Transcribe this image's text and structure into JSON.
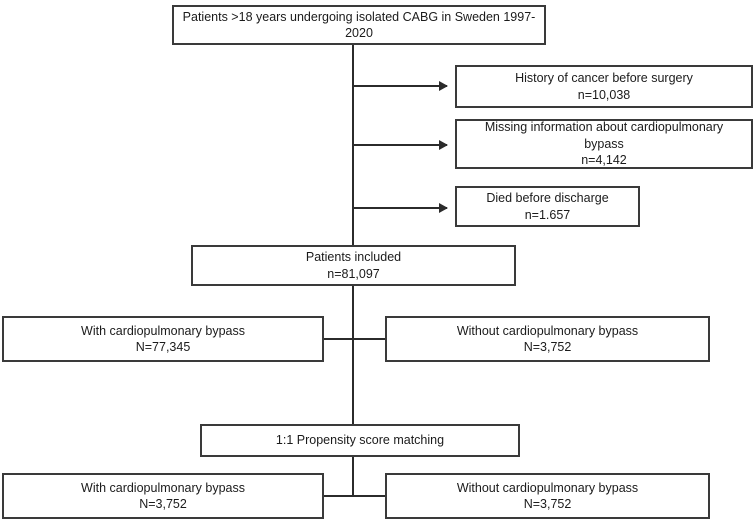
{
  "diagram": {
    "type": "flowchart",
    "title": "CONSORT-style patient selection flow chart",
    "nodes": {
      "source_cohort": {
        "line1": "Patients >18 years undergoing isolated CABG in Sweden 1997-",
        "line2": "2020"
      },
      "excluded_cancer": {
        "line1": "History of cancer before surgery",
        "line2": "n=10,038"
      },
      "excluded_missing_cpb": {
        "line1": "Missing information about cardiopulmonary bypass",
        "line2": "n=4,142"
      },
      "excluded_died": {
        "line1": "Died before discharge",
        "line2": "n=1.657"
      },
      "patients_included": {
        "line1": "Patients included",
        "line2": "n=81,097"
      },
      "with_cpb": {
        "line1": "With cardiopulmonary bypass",
        "line2": "N=77,345"
      },
      "without_cpb": {
        "line1": "Without cardiopulmonary bypass",
        "line2": "N=3,752"
      },
      "matching": {
        "line1": "1:1 Propensity score matching",
        "line2": ""
      },
      "matched_with_cpb": {
        "line1": "With cardiopulmonary bypass",
        "line2": "N=3,752"
      },
      "matched_without_cpb": {
        "line1": "Without cardiopulmonary bypass",
        "line2": "N=3,752"
      }
    },
    "colors": {
      "box_border": "#3a3a3a",
      "connector": "#2b2b2b",
      "text": "#1b1b1b",
      "background": "#ffffff"
    }
  }
}
